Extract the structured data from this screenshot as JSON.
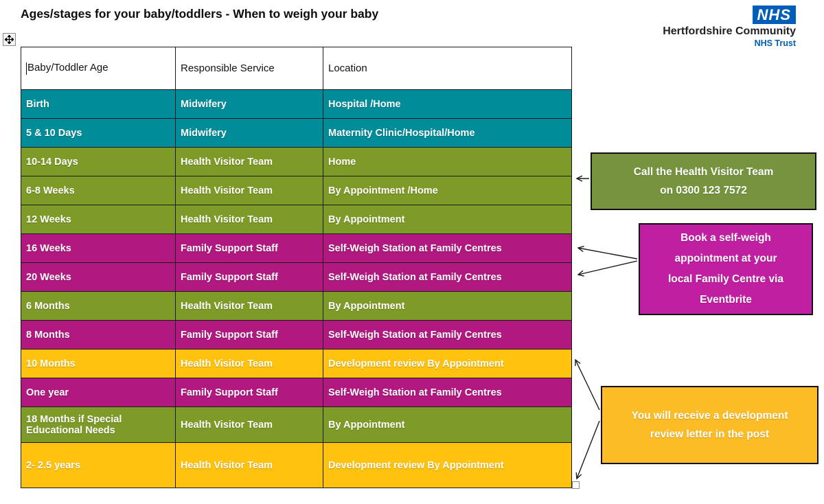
{
  "page": {
    "title": "Ages/stages for your baby/toddlers - When to weigh your baby"
  },
  "logo": {
    "nhs": "NHS",
    "org": "Hertfordshire Community",
    "trust": "NHS Trust"
  },
  "table": {
    "headers": [
      "Baby/Toddler Age",
      "Responsible Service",
      "Location"
    ],
    "rows": [
      {
        "age": "Birth",
        "service": "Midwifery",
        "location": "Hospital /Home",
        "color": "teal"
      },
      {
        "age": "5 & 10 Days",
        "service": "Midwifery",
        "location": "Maternity Clinic/Hospital/Home",
        "color": "teal"
      },
      {
        "age": "10-14 Days",
        "service": "Health Visitor Team",
        "location": "Home",
        "color": "olive"
      },
      {
        "age": "6-8 Weeks",
        "service": "Health Visitor Team",
        "location": "By Appointment /Home",
        "color": "olive"
      },
      {
        "age": "12 Weeks",
        "service": "Health Visitor Team",
        "location": "By Appointment",
        "color": "olive"
      },
      {
        "age": "16 Weeks",
        "service": "Family Support Staff",
        "location": "Self-Weigh Station at Family Centres",
        "color": "magenta"
      },
      {
        "age": "20 Weeks",
        "service": "Family Support Staff",
        "location": "Self-Weigh Station at Family Centres",
        "color": "magenta"
      },
      {
        "age": "6 Months",
        "service": "Health Visitor Team",
        "location": "By Appointment",
        "color": "olive"
      },
      {
        "age": "8 Months",
        "service": "Family Support Staff",
        "location": "Self-Weigh Station at Family Centres",
        "color": "magenta"
      },
      {
        "age": "10 Months",
        "service": "Health Visitor Team",
        "location": "Development review By Appointment",
        "color": "yellow"
      },
      {
        "age": "One year",
        "service": "Family Support Staff",
        "location": "Self-Weigh Station at Family Centres",
        "color": "magenta"
      },
      {
        "age": "18 Months if Special Educational Needs",
        "service": "Health Visitor Team",
        "location": "By Appointment",
        "color": "olive"
      },
      {
        "age": "2- 2.5 years",
        "service": "Health Visitor Team",
        "location": "Development review By Appointment",
        "color": "yellow"
      }
    ]
  },
  "callouts": [
    {
      "name": "health-visitor-callout",
      "text": "Call the Health Visitor Team\non 0300 123 7572"
    },
    {
      "name": "self-weigh-callout",
      "text": "Book a self-weigh\nappointment at your\nlocal Family Centre via\nEventbrite"
    },
    {
      "name": "development-review-callout",
      "text": "You will receive a development\nreview letter in the post"
    }
  ],
  "colors": {
    "teal": "#008C99",
    "olive": "#7E9B27",
    "magenta": "#B11980",
    "yellow": "#FFC20E",
    "callout_green": "#75943D",
    "callout_magenta": "#C01FA2",
    "callout_yellow": "#FBBC26",
    "nhs_blue": "#005EB8",
    "border": "#1A1A1A"
  }
}
